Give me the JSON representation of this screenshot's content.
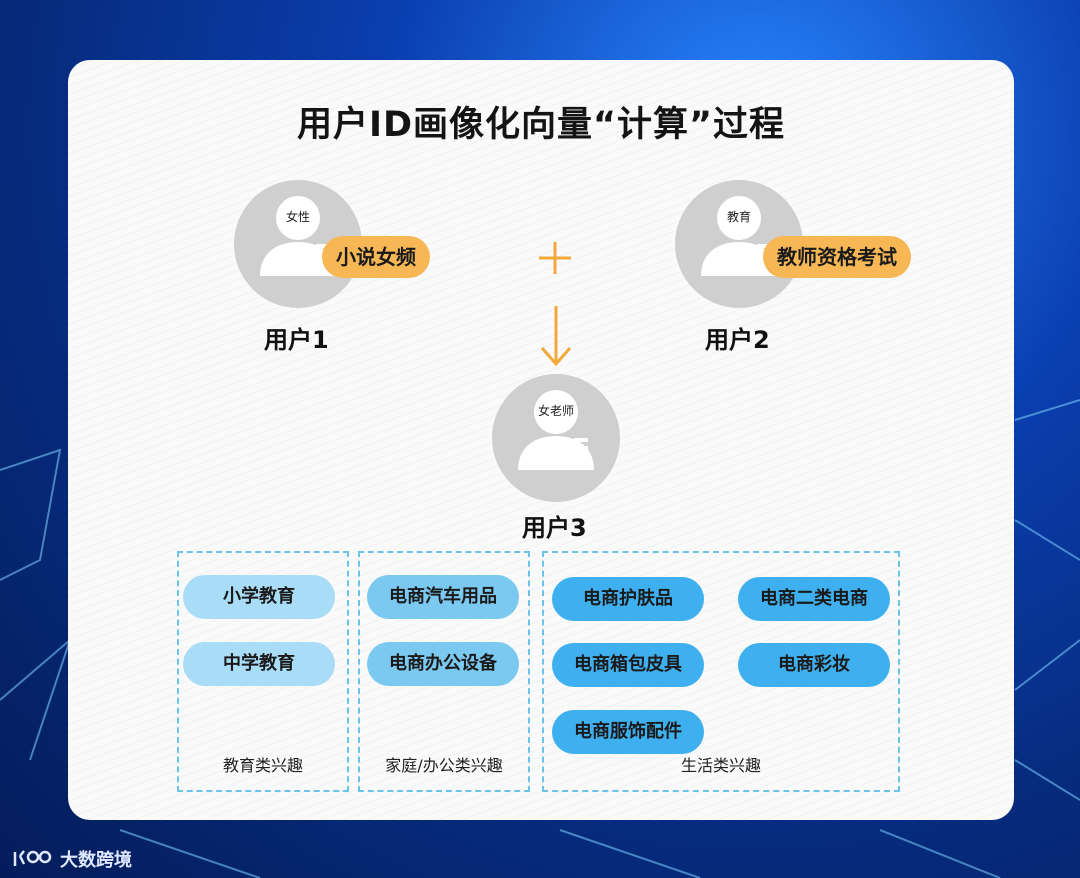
{
  "title": "用户ID画像化向量“计算”过程",
  "users": [
    {
      "name": "用户1",
      "head_label": "女性",
      "tag": "小说女频"
    },
    {
      "name": "用户2",
      "head_label": "教育",
      "tag": "教师资格考试"
    },
    {
      "name": "用户3",
      "head_label": "女老师"
    }
  ],
  "operators": {
    "plus": "+",
    "arrow": "↓"
  },
  "groups": [
    {
      "label": "教育类兴趣",
      "items": [
        "小学教育",
        "中学教育"
      ]
    },
    {
      "label": "家庭/办公类兴趣",
      "items": [
        "电商汽车用品",
        "电商办公设备"
      ]
    },
    {
      "label": "生活类兴趣",
      "items": [
        "电商护肤品",
        "电商二类电商",
        "电商箱包皮具",
        "电商彩妆",
        "电商服饰配件"
      ]
    }
  ],
  "watermark": "大数跨境",
  "colors": {
    "tag": "#f7b755",
    "operator": "#f0a93a",
    "group_border": "#6cc3e8"
  }
}
